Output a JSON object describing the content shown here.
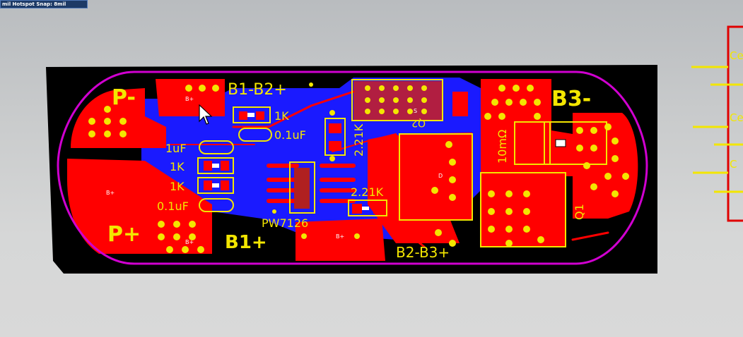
{
  "hud": {
    "text": "mil Hotspot Snap: 8mil"
  },
  "board": {
    "labels": {
      "p_minus": "P-",
      "p_plus": "P+",
      "b1_b2": "B1-B2+",
      "b1_plus": "B1+",
      "b2_b3": "B2-B3+",
      "b3_minus": "B3-",
      "pw7126": "PW7126",
      "r_1k_top": "1K",
      "c_01uf_top": "0.1uF",
      "c_1uf": "1uF",
      "r_1k_a": "1K",
      "r_1k_b": "1K",
      "c_01uf_b": "0.1uF",
      "r_221k_v": "2.21K",
      "r_221k_h": "2.21K",
      "r_10m": "10mΩ",
      "q1": "Q1",
      "q2": "Q2"
    },
    "pad_text": {
      "bplus": "B+",
      "s": "S",
      "d": "D"
    },
    "colors": {
      "board_black": "#000000",
      "top_copper": "#ff0000",
      "bottom_copper": "#0000ff",
      "silkscreen": "#f3e600",
      "outline": "#d000d0"
    }
  },
  "right_panel": {
    "items": [
      "Ce",
      "Ce",
      "C"
    ]
  }
}
